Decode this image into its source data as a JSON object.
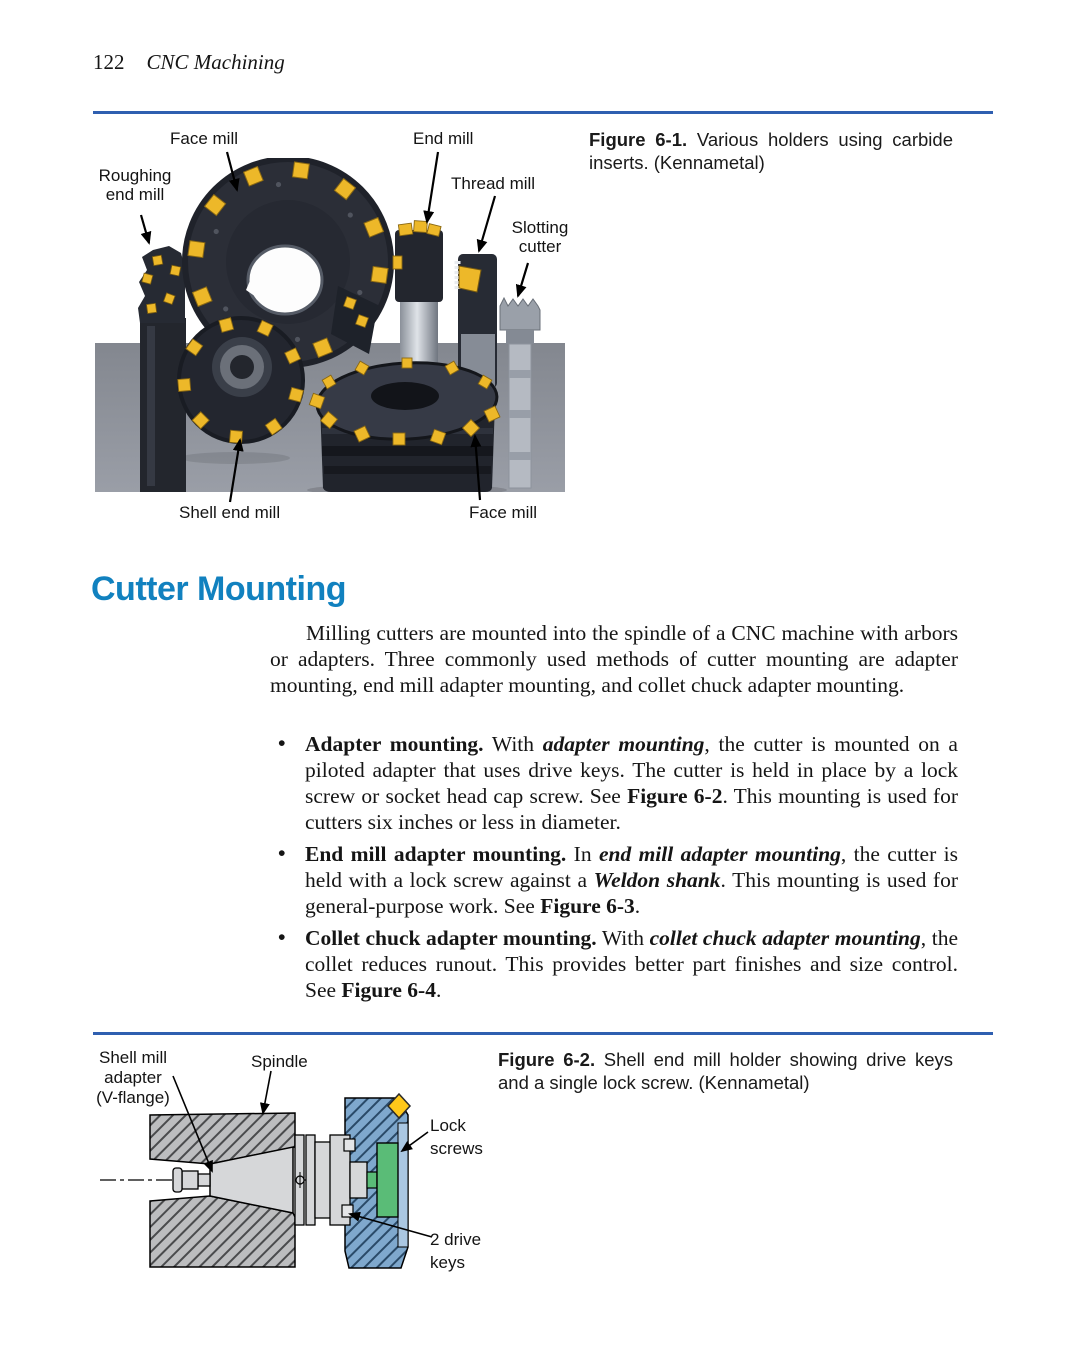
{
  "page": {
    "number": "122",
    "running_title": "CNC Machining"
  },
  "figure1": {
    "caption": [
      {
        "t": "Figure 6-1.",
        "b": 1
      },
      {
        "t": " Various holders using carbide inserts. (Kennametal)"
      }
    ],
    "labels": {
      "face_mill_top": "Face mill",
      "end_mill": "End mill",
      "roughing_end_mill": "Roughing\nend mill",
      "thread_mill": "Thread mill",
      "slotting_cutter": "Slotting\ncutter",
      "shell_end_mill": "Shell end mill",
      "face_mill_bottom": "Face mill"
    }
  },
  "section": {
    "heading": "Cutter Mounting",
    "intro": "Milling cutters are mounted into the spindle of a CNC machine with arbors or adapters. Three commonly used methods of cutter mounting are adapter mounting, end mill adapter mounting, and collet chuck adapter mounting.",
    "bullets": [
      {
        "segments": [
          {
            "t": "Adapter mounting.",
            "b": 1
          },
          {
            "t": " With "
          },
          {
            "t": "adapter mounting",
            "b": 1,
            "i": 1
          },
          {
            "t": ", the cutter is mounted on a piloted adapter that uses drive keys. The cutter is held in place by a lock screw or socket head cap screw. See "
          },
          {
            "t": "Figure 6-2",
            "b": 1
          },
          {
            "t": ". This mounting is used for cutters six inches or less in diameter."
          }
        ]
      },
      {
        "segments": [
          {
            "t": "End mill adapter mounting.",
            "b": 1
          },
          {
            "t": " In "
          },
          {
            "t": "end mill adapter mounting",
            "b": 1,
            "i": 1
          },
          {
            "t": ", the cutter is held with a lock screw against a "
          },
          {
            "t": "Weldon shank",
            "b": 1,
            "i": 1
          },
          {
            "t": ". This mounting is used for general-purpose work. See "
          },
          {
            "t": "Figure 6-3",
            "b": 1
          },
          {
            "t": "."
          }
        ]
      },
      {
        "segments": [
          {
            "t": "Collet chuck adapter mounting.",
            "b": 1
          },
          {
            "t": " With "
          },
          {
            "t": "collet chuck adapter mounting",
            "b": 1,
            "i": 1
          },
          {
            "t": ", the collet reduces runout. This provides better part finishes and size control. See "
          },
          {
            "t": "Figure 6-4",
            "b": 1
          },
          {
            "t": "."
          }
        ]
      }
    ]
  },
  "figure2": {
    "caption": [
      {
        "t": "Figure 6-2.",
        "b": 1
      },
      {
        "t": " Shell end mill holder showing drive keys and a single lock screw. (Kennametal)"
      }
    ],
    "labels": {
      "shell_mill_adapter": "Shell mill\nadapter\n(V-flange)",
      "spindle": "Spindle",
      "lock_screws": "Lock\nscrews",
      "drive_keys": "2 drive\nkeys"
    }
  },
  "colors": {
    "rule_blue": "#2f5fb0",
    "heading_blue": "#1181bf",
    "insert_gold": "#edb829",
    "photo_floor_gray": "#8d919b",
    "tool_dark": "#262932",
    "diagram_gray": "#bcbdbf",
    "diagram_light_gray": "#d6d7d9",
    "diagram_blue": "#7fa8cd",
    "diagram_green": "#5abc77",
    "diagram_yellow": "#ffc81a"
  }
}
